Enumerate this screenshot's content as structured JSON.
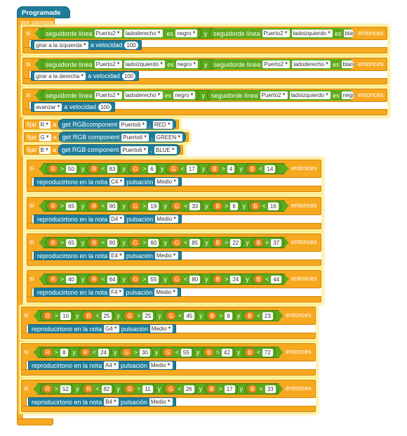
{
  "program_title": "Programade mBot",
  "forever_label": "por siempre",
  "keywords": {
    "if": "si",
    "then": "entonces",
    "and": "y",
    "set": "fijar",
    "to": "a",
    "speed": "a velocidad",
    "play": "reproducirtono en la nota",
    "beat": "pulsación"
  },
  "line_ifs": [
    {
      "sensor_label": "seguidorde línea",
      "port": "Puerto2",
      "side_a": "ladoderecho",
      "val_a": "negro",
      "side_b": "ladoizquierdo",
      "val_b": "blanco",
      "action": "girar a la izquierda",
      "speed": "100"
    },
    {
      "sensor_label": "seguidorde línea",
      "port": "Puerto2",
      "side_a": "ladoizquierdo",
      "val_a": "negro",
      "side_b": "ladoderecho",
      "val_b": "blanco",
      "action": "girar a la derecha",
      "speed": "100"
    },
    {
      "sensor_label": "seguidorde línea",
      "port": "Puerto2",
      "side_a": "ladoderecho",
      "val_a": "negro",
      "side_b": "ladoizquierdo",
      "val_b": "negro",
      "action": "avanzar",
      "speed": "100"
    }
  ],
  "sets": [
    {
      "var": "R",
      "func": "get RGBcomponent",
      "port": "Puerto6",
      "channel": "RED"
    },
    {
      "var": "G",
      "func": "get RGB component",
      "port": "Puerto6",
      "channel": "GREEN"
    },
    {
      "var": "B",
      "func": "get RGB component",
      "port": "Puerto6",
      "channel": "BLUE"
    }
  ],
  "color_ifs": [
    {
      "c": [
        [
          "R",
          ">",
          "50"
        ],
        [
          "R",
          "<",
          "83"
        ],
        [
          "G",
          ">",
          "6"
        ],
        [
          "G",
          "<",
          "17"
        ],
        [
          "B",
          ">",
          "4"
        ],
        [
          "B",
          "<",
          "14"
        ]
      ],
      "note": "C4",
      "beat": "Medio"
    },
    {
      "c": [
        [
          "R",
          ">",
          "65"
        ],
        [
          "R",
          "<",
          "90"
        ],
        [
          "G",
          ">",
          "19"
        ],
        [
          "G",
          "<",
          "33"
        ],
        [
          "B",
          ">",
          "6"
        ],
        [
          "B",
          "<",
          "16"
        ]
      ],
      "note": "D4",
      "beat": "Medio"
    },
    {
      "c": [
        [
          "R",
          ">",
          "65"
        ],
        [
          "R",
          "<",
          "90"
        ],
        [
          "G",
          ">",
          "60"
        ],
        [
          "G",
          "<",
          "85"
        ],
        [
          "B",
          ">",
          "22"
        ],
        [
          "B",
          "<",
          "37"
        ]
      ],
      "note": "E4",
      "beat": "Medio"
    },
    {
      "c": [
        [
          "R",
          ">",
          "40"
        ],
        [
          "R",
          "<",
          "64"
        ],
        [
          "G",
          ">",
          "55"
        ],
        [
          "G",
          "<",
          "80"
        ],
        [
          "B",
          ">",
          "24"
        ],
        [
          "B",
          "<",
          "44"
        ]
      ],
      "note": "F4",
      "beat": "Medio"
    },
    {
      "c": [
        [
          "R",
          ">",
          "10"
        ],
        [
          "R",
          "<",
          "25"
        ],
        [
          "G",
          ">",
          "25"
        ],
        [
          "G",
          "<",
          "45"
        ],
        [
          "B",
          ">",
          "8"
        ],
        [
          "B",
          "<",
          "23"
        ]
      ],
      "note": "G4",
      "beat": "Medio"
    },
    {
      "c": [
        [
          "R",
          ">",
          "8"
        ],
        [
          "R",
          "<",
          "24"
        ],
        [
          "G",
          ">",
          "30"
        ],
        [
          "G",
          "<",
          "55"
        ],
        [
          "B",
          ">",
          "42"
        ],
        [
          "B",
          "<",
          "72"
        ]
      ],
      "note": "A4",
      "beat": "Medio"
    },
    {
      "c": [
        [
          "R",
          ">",
          "52"
        ],
        [
          "R",
          "<",
          "82"
        ],
        [
          "G",
          ">",
          "11"
        ],
        [
          "G",
          "<",
          "26"
        ],
        [
          "B",
          ">",
          "17"
        ],
        [
          "B",
          "<",
          "33"
        ]
      ],
      "note": "B4",
      "beat": "Medio"
    }
  ]
}
